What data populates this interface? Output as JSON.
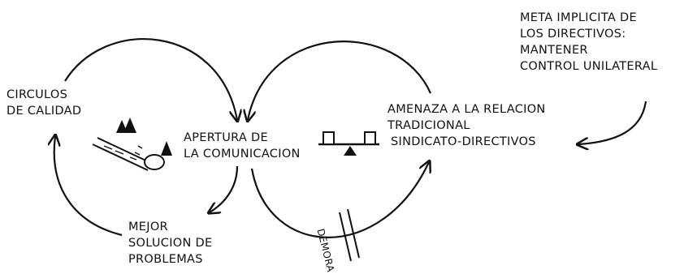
{
  "labels": {
    "circulos": [
      "CIRCULOS",
      "DE CALIDAD"
    ],
    "apertura": [
      "APERTURA DE",
      "LA COMUNICACION"
    ],
    "mejor": [
      "MEJOR",
      "SOLUCION DE",
      "PROBLEMAS"
    ],
    "amenaza": [
      "AMENAZA A LA RELACION",
      "TRADICIONAL",
      "SINDICATO-DIRECTIVOS"
    ],
    "meta": [
      "META IMPLICITA DE",
      "LOS DIRECTIVOS:",
      "MANTENER",
      "CONTROL UNILATERAL"
    ],
    "demora": "DEMORA"
  },
  "icons": [
    "snowball-icon",
    "balance-scale-icon"
  ],
  "colors": {
    "ink": "#111111",
    "background": "#ffffff"
  }
}
